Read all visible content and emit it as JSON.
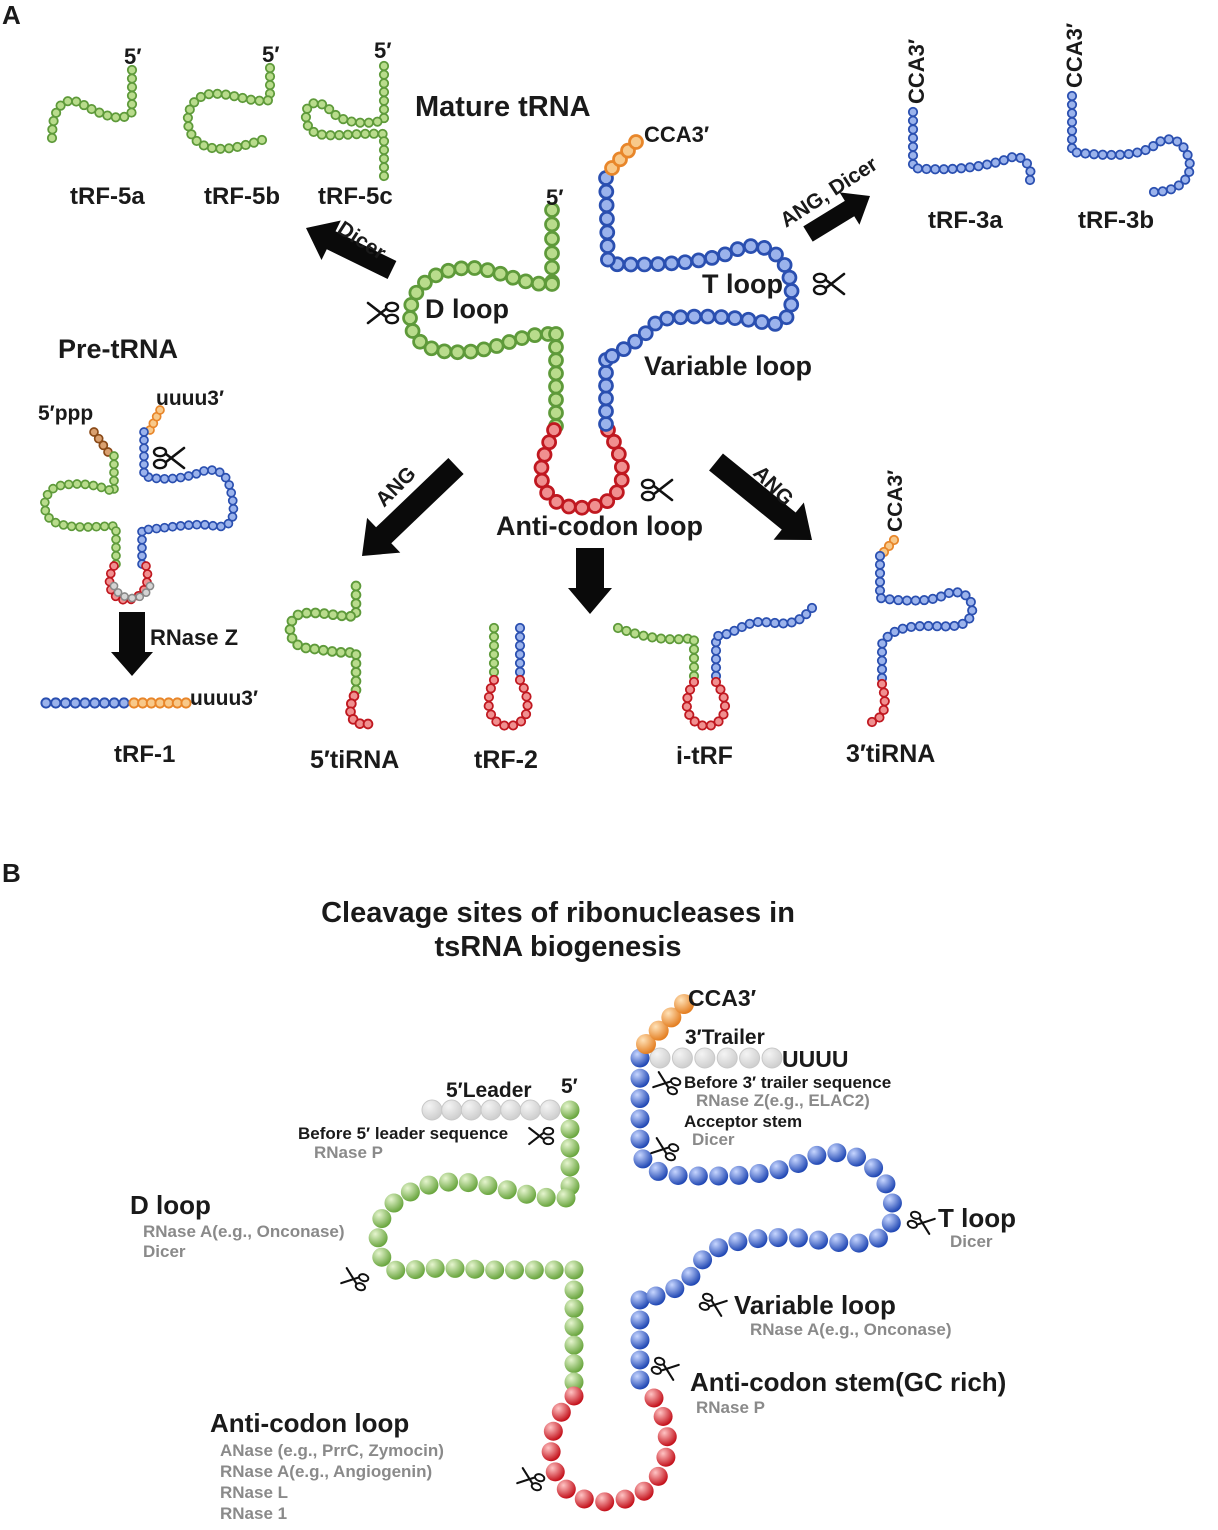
{
  "colors": {
    "green": "#5e9a3a",
    "green_fill": "#b9dc8c",
    "blue": "#2a4fb0",
    "blue_fill": "#9bb3ec",
    "red": "#c01820",
    "red_fill": "#f09090",
    "orange": "#e8862a",
    "orange_fill": "#f8c98a",
    "brown": "#8a4a18",
    "grey": "#a8a8a8",
    "trailer": "#d6d6d6"
  },
  "panel_a": {
    "tag": "A",
    "mature_trna": "Mature tRNA",
    "five_prime": "5′",
    "cca3": "CCA3′",
    "d_loop": "D loop",
    "t_loop": "T loop",
    "variable_loop": "Variable loop",
    "anticodon_loop": "Anti-codon loop",
    "arrow_dicer": "Dicer",
    "arrow_ang_dicer": "ANG, Dicer",
    "arrow_ang_left": "ANG",
    "arrow_ang_right": "ANG",
    "pre_trna": "Pre-tRNA",
    "five_ppp": "5′ppp",
    "uuuu3": "uuuu3′",
    "rnase_z": "RNase Z",
    "fragments": {
      "trf5a": "tRF-5a",
      "trf5b": "tRF-5b",
      "trf5c": "tRF-5c",
      "trf3a": "tRF-3a",
      "trf3b": "tRF-3b",
      "trf1": "tRF-1",
      "tirna5": "5′tiRNA",
      "trf2": "tRF-2",
      "itrf": "i-tRF",
      "tirna3": "3′tiRNA"
    }
  },
  "panel_b": {
    "tag": "B",
    "title_line1": "Cleavage sites of ribonucleases in",
    "title_line2": "tsRNA biogenesis",
    "cca3": "CCA3′",
    "trailer": "3′Trailer",
    "uuuu": "UUUU",
    "before_trailer": "Before 3′ trailer sequence",
    "before_trailer_enzyme": "RNase Z(e.g.,  ELAC2)",
    "acceptor_stem": "Acceptor stem",
    "acceptor_enzyme": "Dicer",
    "leader": "5′Leader",
    "five_prime": "5′",
    "before_leader": "Before 5′ leader  sequence",
    "before_leader_enzyme": "RNase P",
    "d_loop": "D loop",
    "d_loop_enzyme1": "RNase A(e.g.,  Onconase)",
    "d_loop_enzyme2": "Dicer",
    "t_loop": "T loop",
    "t_loop_enzyme": "Dicer",
    "variable_loop": "Variable loop",
    "variable_enzyme": "RNase A(e.g.,  Onconase)",
    "anticodon_stem": "Anti-codon stem(GC rich)",
    "anticodon_stem_enzyme": "RNase P",
    "anticodon_loop": "Anti-codon loop",
    "anticodon_enzymes": [
      "ANase  (e.g.,  PrrC, Zymocin)",
      "RNase A(e.g.,  Angiogenin)",
      "RNase L",
      "RNase 1"
    ]
  }
}
